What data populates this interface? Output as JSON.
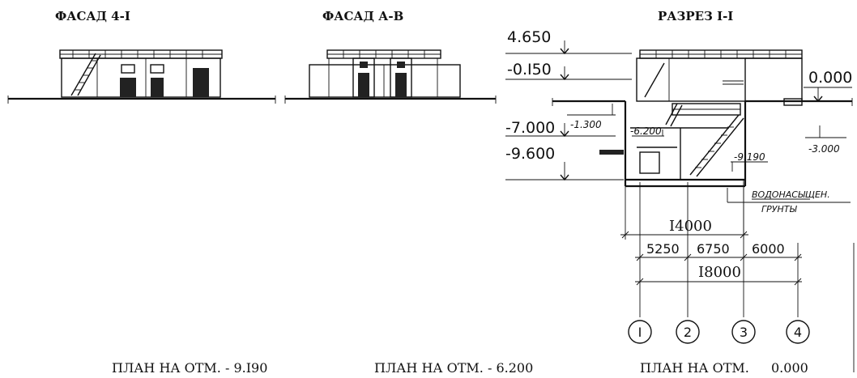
{
  "titles": {
    "facade_4_1": "ФАСАД 4-I",
    "facade_a_v": "ФАСАД А-В",
    "section_1_1": "РАЗРЕЗ I-I"
  },
  "levels": {
    "top": "4.650",
    "upper": "-0.I50",
    "ground": "0.000",
    "minus_1300": "-1.300",
    "minus_7000": "-7.000",
    "minus_6200": "-6.200",
    "minus_3000": "-3.000",
    "minus_9600": "-9.600",
    "minus_9190": "-9.190"
  },
  "note": {
    "line1": "ВОДОНАСЫЩЕН.",
    "line2": "ГРУНТЫ"
  },
  "dimensions": {
    "overall_14000": "I4000",
    "bay_5250": "5250",
    "bay_6750": "6750",
    "bay_6000": "6000",
    "overall_18000": "I8000"
  },
  "axes": [
    "I",
    "2",
    "3",
    "4"
  ],
  "plans": {
    "plan_1": "ПЛАН НА ОТМ. - 9.I90",
    "plan_2": "ПЛАН НА ОТМ. - 6.200",
    "plan_3_prefix": "ПЛАН НА ОТМ.",
    "plan_3_value": "0.000"
  }
}
